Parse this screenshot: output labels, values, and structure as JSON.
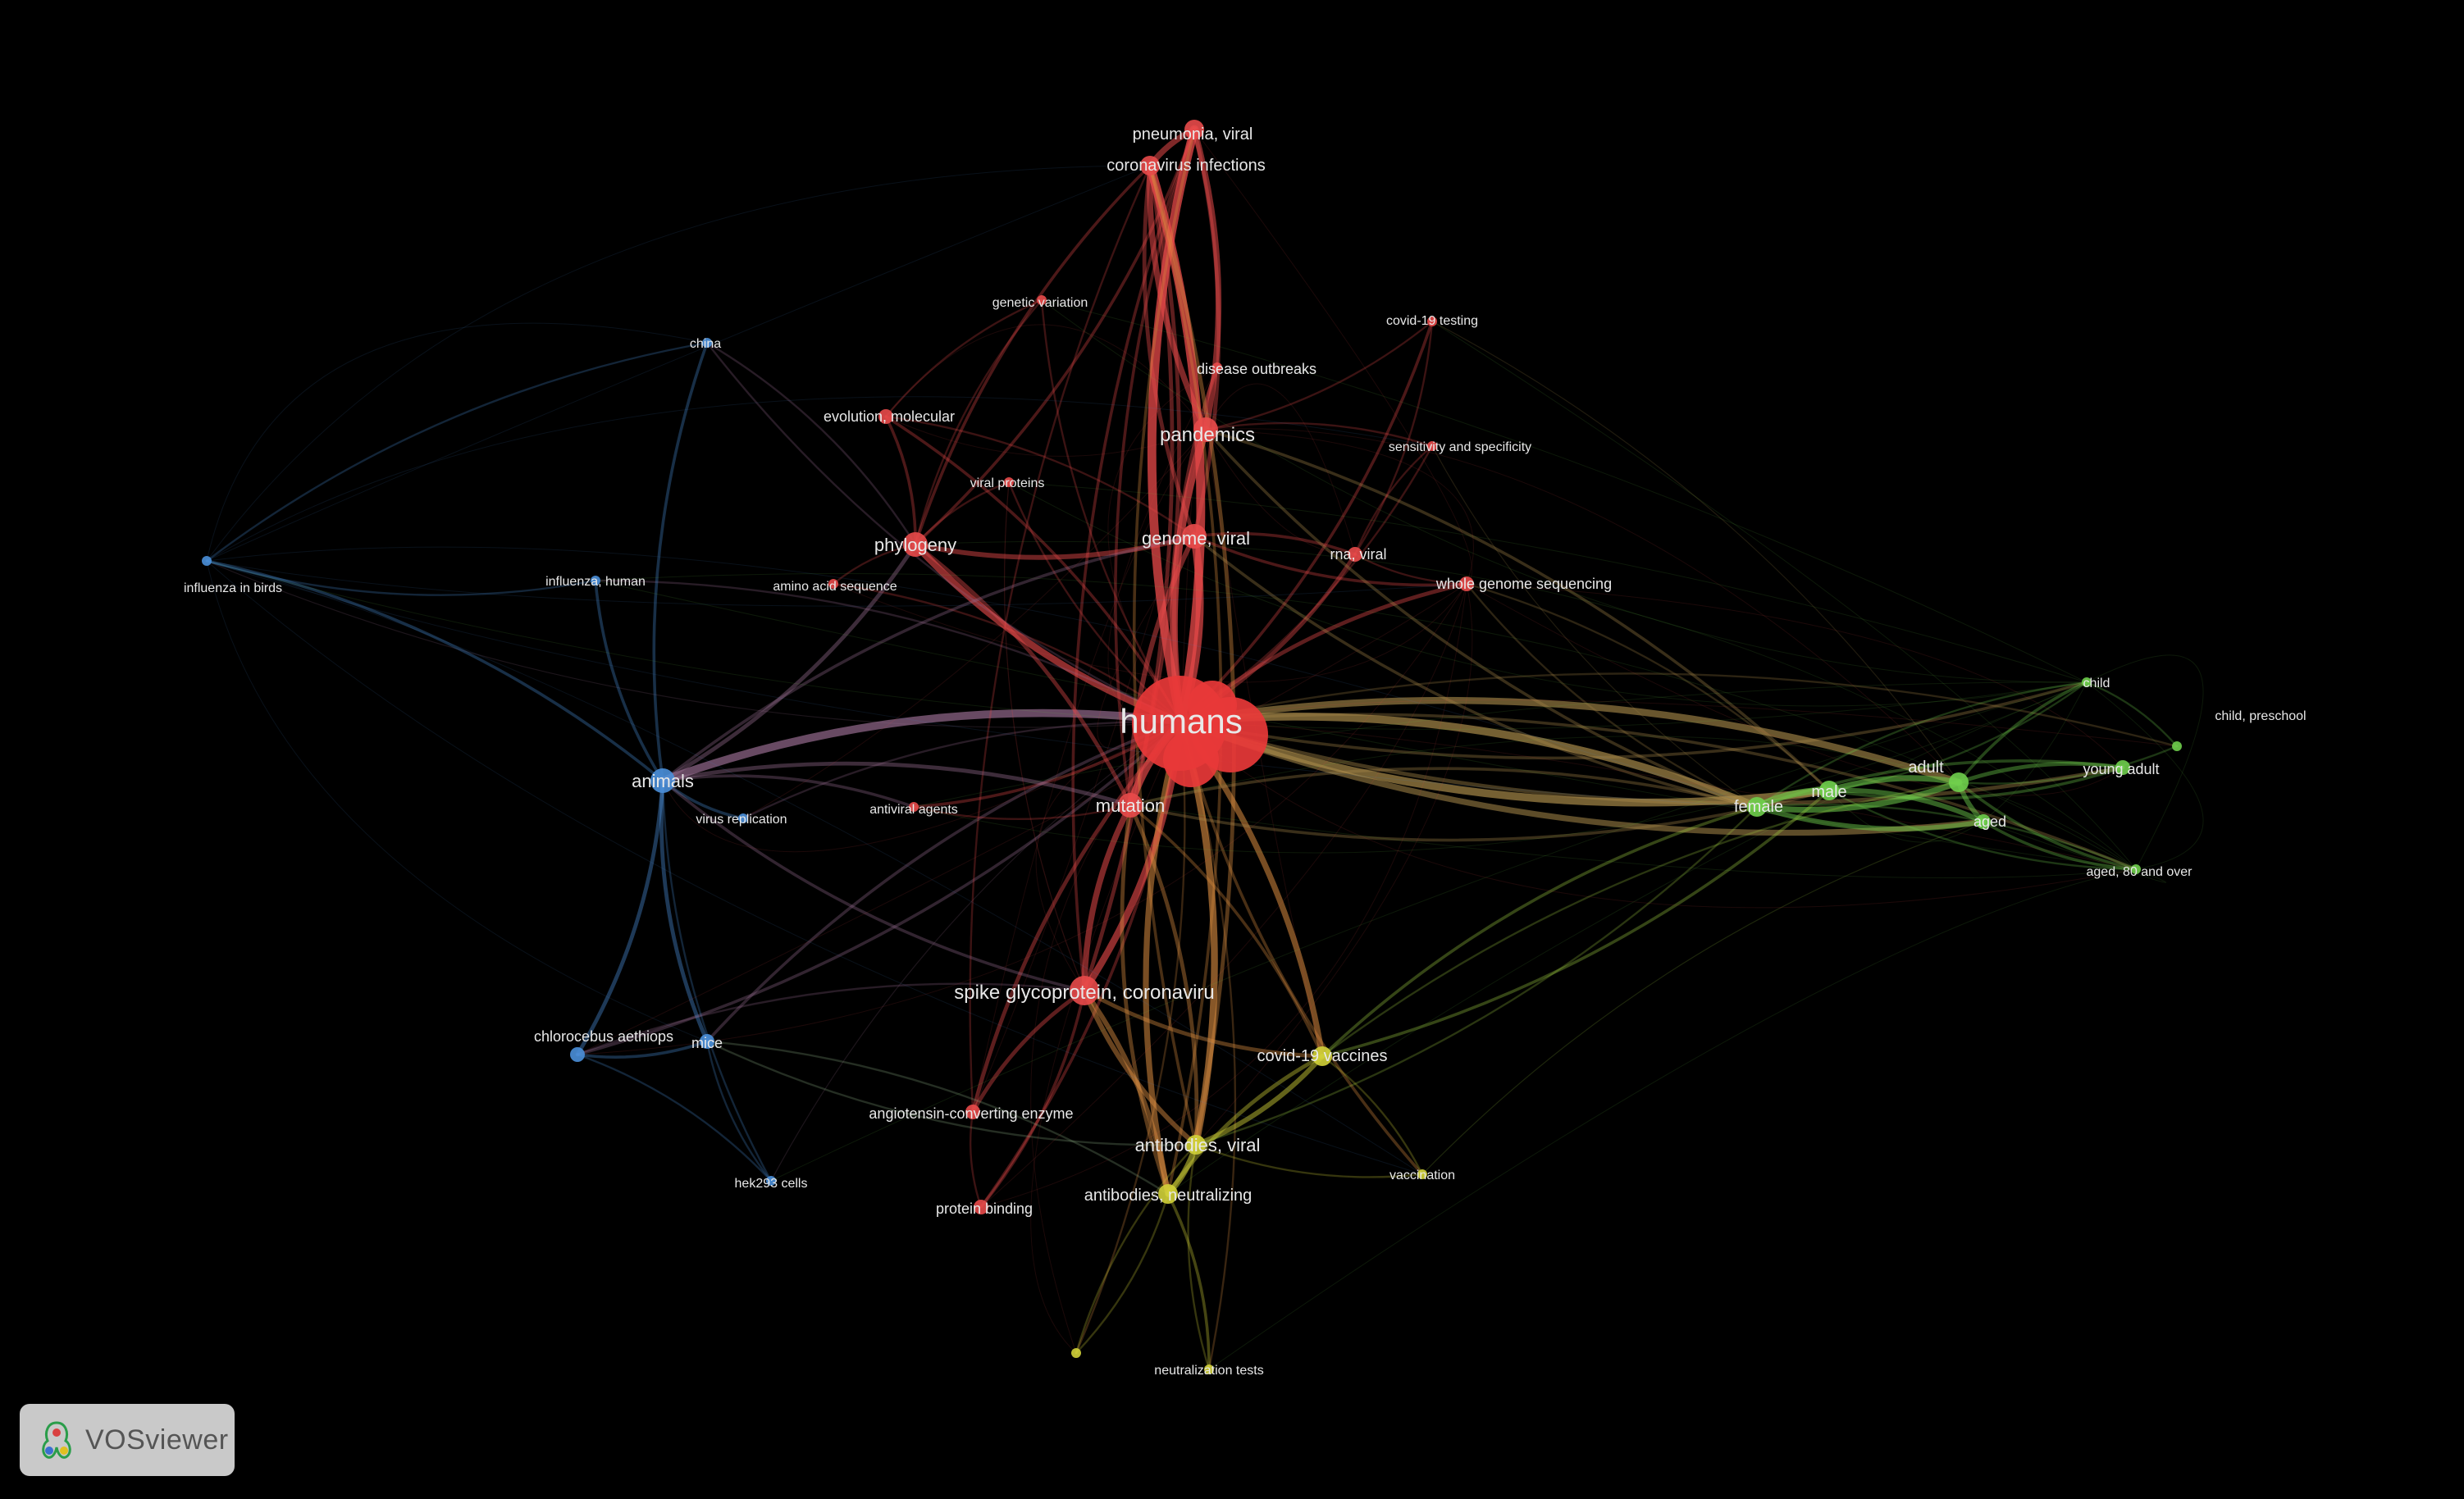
{
  "clusters": {
    "1": "#e84a4a",
    "2": "#6fcf4c",
    "3": "#4a8fd9",
    "4": "#d2d238"
  },
  "nodes": [
    {
      "id": "humans",
      "label": "humans",
      "cluster": "1",
      "weight": 10
    },
    {
      "id": "pneumonia",
      "label": "pneumonia, viral",
      "cluster": "1",
      "weight": 3
    },
    {
      "id": "coronavirus",
      "label": "coronavirus infections",
      "cluster": "1",
      "weight": 3
    },
    {
      "id": "genetic",
      "label": "genetic variation",
      "cluster": "1",
      "weight": 1
    },
    {
      "id": "testing",
      "label": "covid-19 testing",
      "cluster": "1",
      "weight": 1
    },
    {
      "id": "outbreaks",
      "label": "disease outbreaks",
      "cluster": "1",
      "weight": 1
    },
    {
      "id": "evolution",
      "label": "evolution, molecular",
      "cluster": "1",
      "weight": 2
    },
    {
      "id": "pandemics",
      "label": "pandemics",
      "cluster": "1",
      "weight": 4
    },
    {
      "id": "sensitivity",
      "label": "sensitivity and specificity",
      "cluster": "1",
      "weight": 1
    },
    {
      "id": "viralproteins",
      "label": "viral proteins",
      "cluster": "1",
      "weight": 1
    },
    {
      "id": "phylogeny",
      "label": "phylogeny",
      "cluster": "1",
      "weight": 4
    },
    {
      "id": "genome",
      "label": "genome, viral",
      "cluster": "1",
      "weight": 4
    },
    {
      "id": "rna",
      "label": "rna, viral",
      "cluster": "1",
      "weight": 2
    },
    {
      "id": "aminoacid",
      "label": "amino acid sequence",
      "cluster": "1",
      "weight": 1
    },
    {
      "id": "wgs",
      "label": "whole genome sequencing",
      "cluster": "1",
      "weight": 2
    },
    {
      "id": "antiviral",
      "label": "antiviral agents",
      "cluster": "1",
      "weight": 1
    },
    {
      "id": "mutation",
      "label": "mutation",
      "cluster": "1",
      "weight": 4
    },
    {
      "id": "spike",
      "label": "spike glycoprotein, coronaviru",
      "cluster": "1",
      "weight": 5
    },
    {
      "id": "ace",
      "label": "angiotensin-converting enzyme",
      "cluster": "1",
      "weight": 2
    },
    {
      "id": "binding",
      "label": "protein binding",
      "cluster": "1",
      "weight": 2
    },
    {
      "id": "china",
      "label": "china",
      "cluster": "3",
      "weight": 1
    },
    {
      "id": "influenzabirds",
      "label": "influenza in birds",
      "cluster": "3",
      "weight": 1
    },
    {
      "id": "influenzahuman",
      "label": "influenza, human",
      "cluster": "3",
      "weight": 1
    },
    {
      "id": "animals",
      "label": "animals",
      "cluster": "3",
      "weight": 4
    },
    {
      "id": "replication",
      "label": "virus replication",
      "cluster": "3",
      "weight": 1
    },
    {
      "id": "chlorocebus",
      "label": "chlorocebus aethiops",
      "cluster": "3",
      "weight": 2
    },
    {
      "id": "mice",
      "label": "mice",
      "cluster": "3",
      "weight": 2
    },
    {
      "id": "hek",
      "label": "hek293 cells",
      "cluster": "3",
      "weight": 1
    },
    {
      "id": "child",
      "label": "child",
      "cluster": "2",
      "weight": 1
    },
    {
      "id": "preschool",
      "label": "child, preschool",
      "cluster": "2",
      "weight": 1
    },
    {
      "id": "adult",
      "label": "adult",
      "cluster": "2",
      "weight": 3
    },
    {
      "id": "youngadult",
      "label": "young adult",
      "cluster": "2",
      "weight": 2
    },
    {
      "id": "female",
      "label": "female",
      "cluster": "2",
      "weight": 3
    },
    {
      "id": "male",
      "label": "male",
      "cluster": "2",
      "weight": 3
    },
    {
      "id": "aged",
      "label": "aged",
      "cluster": "2",
      "weight": 2
    },
    {
      "id": "aged80",
      "label": "aged, 80 and over",
      "cluster": "2",
      "weight": 1
    },
    {
      "id": "vaccines",
      "label": "covid-19 vaccines",
      "cluster": "4",
      "weight": 3
    },
    {
      "id": "antibodies",
      "label": "antibodies, viral",
      "cluster": "4",
      "weight": 3
    },
    {
      "id": "vaccination",
      "label": "vaccination",
      "cluster": "4",
      "weight": 1
    },
    {
      "id": "neutralizing",
      "label": "antibodies, neutralizing",
      "cluster": "4",
      "weight": 3
    },
    {
      "id": "neutests",
      "label": "neutralization tests",
      "cluster": "4",
      "weight": 1
    },
    {
      "id": "unlabeled4",
      "label": "",
      "cluster": "4",
      "weight": 1
    }
  ],
  "links": [
    [
      "humans",
      "pneumonia",
      9
    ],
    [
      "humans",
      "coronavirus",
      9
    ],
    [
      "humans",
      "pandemics",
      8
    ],
    [
      "humans",
      "genome",
      8
    ],
    [
      "humans",
      "phylogeny",
      7
    ],
    [
      "humans",
      "mutation",
      8
    ],
    [
      "humans",
      "spike",
      7
    ],
    [
      "humans",
      "animals",
      8
    ],
    [
      "humans",
      "female",
      8
    ],
    [
      "humans",
      "male",
      8
    ],
    [
      "humans",
      "adult",
      7
    ],
    [
      "humans",
      "aged",
      6
    ],
    [
      "humans",
      "antibodies",
      7
    ],
    [
      "humans",
      "neutralizing",
      6
    ],
    [
      "humans",
      "vaccines",
      6
    ],
    [
      "humans",
      "rna",
      4
    ],
    [
      "humans",
      "wgs",
      4
    ],
    [
      "humans",
      "testing",
      3
    ],
    [
      "humans",
      "outbreaks",
      4
    ],
    [
      "humans",
      "ace",
      4
    ],
    [
      "humans",
      "binding",
      3
    ],
    [
      "humans",
      "evolution",
      3
    ],
    [
      "humans",
      "genetic",
      2
    ],
    [
      "humans",
      "sensitivity",
      2
    ],
    [
      "humans",
      "viralproteins",
      2
    ],
    [
      "humans",
      "aminoacid",
      2
    ],
    [
      "humans",
      "antiviral",
      3
    ],
    [
      "humans",
      "youngadult",
      4
    ],
    [
      "humans",
      "aged80",
      3
    ],
    [
      "humans",
      "child",
      3
    ],
    [
      "humans",
      "preschool",
      2
    ],
    [
      "humans",
      "vaccination",
      3
    ],
    [
      "humans",
      "neutests",
      2
    ],
    [
      "humans",
      "mice",
      3
    ],
    [
      "humans",
      "chlorocebus",
      3
    ],
    [
      "humans",
      "replication",
      2
    ],
    [
      "humans",
      "china",
      2
    ],
    [
      "humans",
      "influenzahuman",
      2
    ],
    [
      "humans",
      "influenzabirds",
      1
    ],
    [
      "humans",
      "hek",
      1
    ],
    [
      "humans",
      "unlabeled4",
      2
    ],
    [
      "pneumonia",
      "coronavirus",
      6
    ],
    [
      "pneumonia",
      "pandemics",
      6
    ],
    [
      "coronavirus",
      "pandemics",
      6
    ],
    [
      "pneumonia",
      "genome",
      4
    ],
    [
      "coronavirus",
      "genome",
      4
    ],
    [
      "coronavirus",
      "mutation",
      4
    ],
    [
      "pneumonia",
      "mutation",
      3
    ],
    [
      "coronavirus",
      "spike",
      4
    ],
    [
      "pneumonia",
      "spike",
      3
    ],
    [
      "coronavirus",
      "antibodies",
      4
    ],
    [
      "pneumonia",
      "antibodies",
      3
    ],
    [
      "coronavirus",
      "neutralizing",
      3
    ],
    [
      "coronavirus",
      "phylogeny",
      3
    ],
    [
      "pneumonia",
      "phylogeny",
      3
    ],
    [
      "coronavirus",
      "ace",
      2
    ],
    [
      "genome",
      "phylogeny",
      5
    ],
    [
      "genome",
      "mutation",
      5
    ],
    [
      "phylogeny",
      "mutation",
      4
    ],
    [
      "phylogeny",
      "evolution",
      3
    ],
    [
      "phylogeny",
      "genetic",
      2
    ],
    [
      "phylogeny",
      "aminoacid",
      2
    ],
    [
      "phylogeny",
      "viralproteins",
      2
    ],
    [
      "genome",
      "wgs",
      3
    ],
    [
      "genome",
      "rna",
      3
    ],
    [
      "mutation",
      "spike",
      6
    ],
    [
      "mutation",
      "antibodies",
      4
    ],
    [
      "mutation",
      "neutralizing",
      4
    ],
    [
      "mutation",
      "vaccines",
      3
    ],
    [
      "spike",
      "antibodies",
      5
    ],
    [
      "spike",
      "neutralizing",
      5
    ],
    [
      "spike",
      "ace",
      4
    ],
    [
      "spike",
      "binding",
      3
    ],
    [
      "spike",
      "vaccines",
      4
    ],
    [
      "antibodies",
      "neutralizing",
      6
    ],
    [
      "antibodies",
      "vaccines",
      5
    ],
    [
      "neutralizing",
      "vaccines",
      4
    ],
    [
      "antibodies",
      "vaccination",
      2
    ],
    [
      "neutralizing",
      "neutests",
      3
    ],
    [
      "antibodies",
      "neutests",
      2
    ],
    [
      "neutralizing",
      "unlabeled4",
      2
    ],
    [
      "antibodies",
      "unlabeled4",
      2
    ],
    [
      "vaccines",
      "vaccination",
      2
    ],
    [
      "animals",
      "mice",
      4
    ],
    [
      "animals",
      "chlorocebus",
      4
    ],
    [
      "animals",
      "replication",
      3
    ],
    [
      "animals",
      "china",
      3
    ],
    [
      "animals",
      "influenzabirds",
      3
    ],
    [
      "animals",
      "influenzahuman",
      3
    ],
    [
      "animals",
      "phylogeny",
      4
    ],
    [
      "animals",
      "mutation",
      4
    ],
    [
      "animals",
      "spike",
      3
    ],
    [
      "animals",
      "antiviral",
      3
    ],
    [
      "animals",
      "hek",
      2
    ],
    [
      "animals",
      "genome",
      3
    ],
    [
      "chlorocebus",
      "mice",
      3
    ],
    [
      "chlorocebus",
      "hek",
      2
    ],
    [
      "mice",
      "hek",
      2
    ],
    [
      "chlorocebus",
      "spike",
      2
    ],
    [
      "mice",
      "antibodies",
      2
    ],
    [
      "mice",
      "neutralizing",
      2
    ],
    [
      "china",
      "influenzabirds",
      2
    ],
    [
      "china",
      "phylogeny",
      2
    ],
    [
      "influenzabirds",
      "influenzahuman",
      2
    ],
    [
      "female",
      "male",
      7
    ],
    [
      "female",
      "adult",
      6
    ],
    [
      "male",
      "adult",
      6
    ],
    [
      "female",
      "aged",
      5
    ],
    [
      "male",
      "aged",
      5
    ],
    [
      "adult",
      "aged",
      5
    ],
    [
      "adult",
      "youngadult",
      4
    ],
    [
      "adult",
      "aged80",
      3
    ],
    [
      "female",
      "youngadult",
      3
    ],
    [
      "male",
      "youngadult",
      3
    ],
    [
      "adult",
      "child",
      3
    ],
    [
      "adult",
      "preschool",
      2
    ],
    [
      "child",
      "preschool",
      2
    ],
    [
      "aged",
      "aged80",
      3
    ],
    [
      "female",
      "aged80",
      2
    ],
    [
      "male",
      "aged80",
      2
    ],
    [
      "female",
      "child",
      2
    ],
    [
      "male",
      "child",
      2
    ],
    [
      "female",
      "pandemics",
      3
    ],
    [
      "male",
      "pandemics",
      3
    ],
    [
      "female",
      "genome",
      3
    ],
    [
      "female",
      "mutation",
      3
    ],
    [
      "male",
      "mutation",
      3
    ],
    [
      "female",
      "vaccines",
      3
    ],
    [
      "male",
      "vaccines",
      3
    ],
    [
      "adult",
      "vaccines",
      2
    ],
    [
      "female",
      "antibodies",
      2
    ],
    [
      "male",
      "wgs",
      2
    ],
    [
      "female",
      "wgs",
      2
    ],
    [
      "adult",
      "testing",
      1
    ],
    [
      "female",
      "sensitivity",
      1
    ],
    [
      "aged",
      "vaccination",
      1
    ],
    [
      "pandemics",
      "outbreaks",
      3
    ],
    [
      "pandemics",
      "testing",
      2
    ],
    [
      "pandemics",
      "sensitivity",
      2
    ],
    [
      "rna",
      "testing",
      2
    ],
    [
      "rna",
      "sensitivity",
      2
    ],
    [
      "rna",
      "wgs",
      2
    ],
    [
      "evolution",
      "genetic",
      2
    ],
    [
      "genome",
      "evolution",
      2
    ],
    [
      "mutation",
      "antiviral",
      2
    ],
    [
      "ace",
      "binding",
      2
    ],
    [
      "spike",
      "viralproteins",
      1
    ]
  ],
  "badge": {
    "text": "VOSviewer"
  }
}
